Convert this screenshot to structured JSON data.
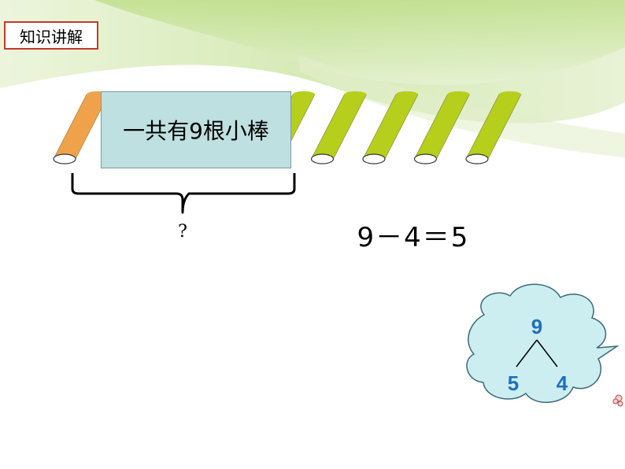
{
  "section_label": "知识讲解",
  "total_box_text": "一共有9根小棒",
  "question_mark": "?",
  "equation": "9－4＝5",
  "number_bond": {
    "whole": "9",
    "part_left": "5",
    "part_right": "4"
  },
  "sticks": [
    {
      "color": "orange",
      "fill": "#f0a24a"
    },
    {
      "color": "orange",
      "fill": "#f0a24a"
    },
    {
      "color": "orange",
      "fill": "#f0a24a"
    },
    {
      "color": "orange",
      "fill": "#f0a24a"
    },
    {
      "color": "green",
      "fill": "#b5cf1c"
    },
    {
      "color": "green",
      "fill": "#b5cf1c"
    },
    {
      "color": "green",
      "fill": "#b5cf1c"
    },
    {
      "color": "green",
      "fill": "#b5cf1c"
    },
    {
      "color": "green",
      "fill": "#b5cf1c"
    }
  ],
  "colors": {
    "cloud_fill": "#cdeef0",
    "cloud_stroke": "#3a6a78",
    "bond_text": "#1f6fc0",
    "label_border": "#c0392b"
  }
}
